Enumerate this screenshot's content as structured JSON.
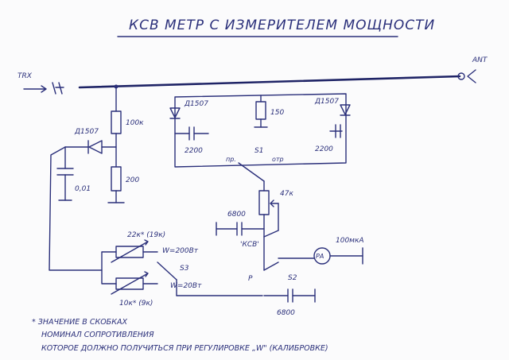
{
  "title": "КСВ МЕТР С ИЗМЕРИТЕЛЕМ МОЩНОСТИ",
  "labels": {
    "trx": "TRX",
    "ant": "ANT",
    "diode_left": "Д1507",
    "diode_mid_left": "Д1507",
    "diode_mid_right": "Д1507",
    "r_top": "100к",
    "r_bottom": "200",
    "c_left": "0,01",
    "c_fwd": "2200",
    "c_ref": "2200",
    "r_150": "150",
    "pr": "пр.",
    "s1": "S1",
    "otr": "отр",
    "pot_47k": "47к",
    "c_6800_mid": "6800",
    "ksv": "'КСВ'",
    "r_22k": "22к* (19к)",
    "r_10k": "10к* (9к)",
    "w_200": "W=200Вт",
    "w_20": "W=20Вт",
    "s3": "S3",
    "p": "Р",
    "s2": "S2",
    "c_6800_bot": "6800",
    "meter": "РА",
    "meter_range": "100мкА"
  },
  "notes": [
    "* ЗНАЧЕНИЕ В СКОБКАХ",
    "НОМИНАЛ СОПРОТИВЛЕНИЯ",
    "КОТОРОЕ ДОЛЖНО ПОЛУЧИТЬСЯ ПРИ РЕГУЛИРОВКЕ „W\" (КАЛИБРОВКЕ)"
  ]
}
